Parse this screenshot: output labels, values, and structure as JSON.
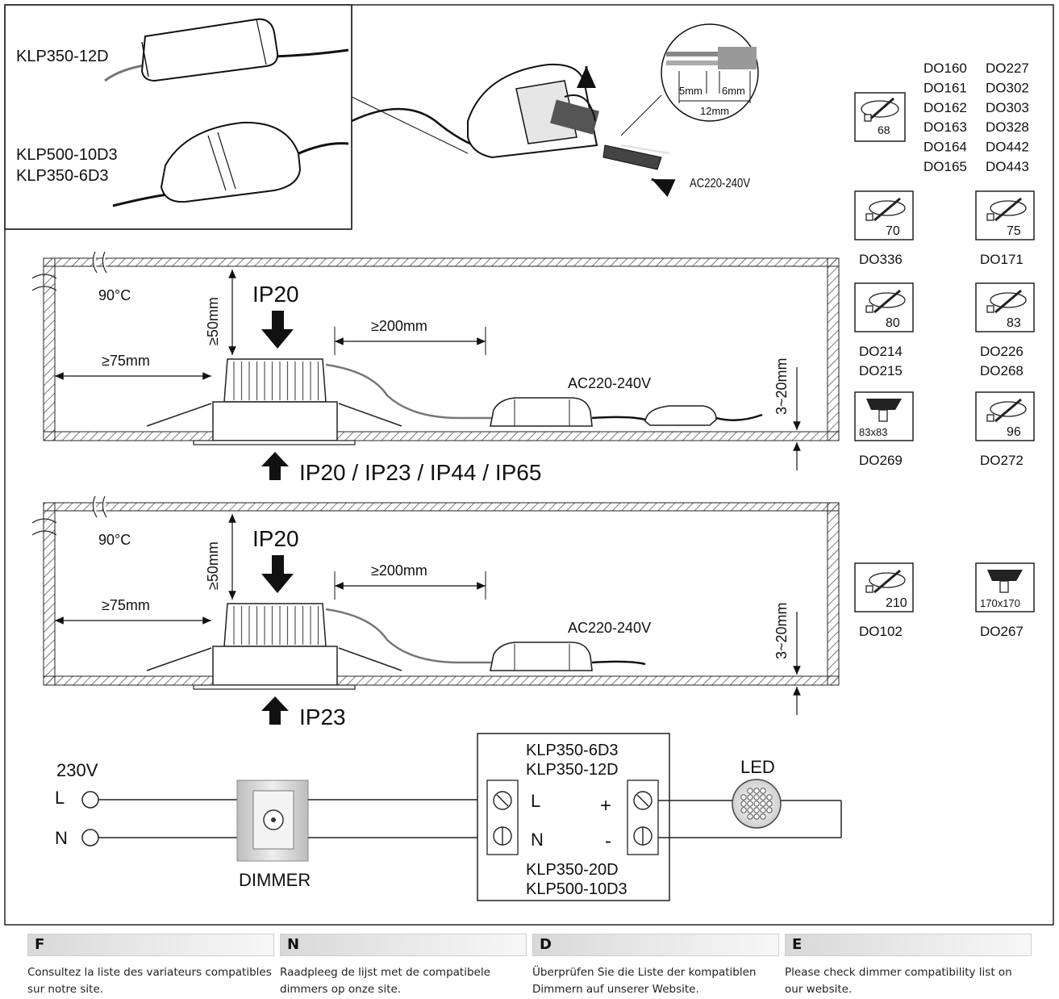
{
  "drivers": {
    "top_model": "KLP350-12D",
    "bottom_model_1": "KLP500-10D3",
    "bottom_model_2": "KLP350-6D3"
  },
  "connector": {
    "strip_a": "5mm",
    "strip_b": "6mm",
    "strip_total": "12mm",
    "voltage": "AC220-240V"
  },
  "fixtures": {
    "group1": {
      "cutout": "68",
      "models": [
        "DO160",
        "DO161",
        "DO162",
        "DO163",
        "DO164",
        "DO165",
        "DO227",
        "DO302",
        "DO303",
        "DO328",
        "DO442",
        "DO443"
      ]
    },
    "items": [
      {
        "cutout": "70",
        "models": [
          "DO336"
        ],
        "icon": "round-cutout-icon"
      },
      {
        "cutout": "75",
        "models": [
          "DO171"
        ],
        "icon": "round-cutout-icon"
      },
      {
        "cutout": "80",
        "models": [
          "DO214",
          "DO215"
        ],
        "icon": "round-cutout-icon"
      },
      {
        "cutout": "83",
        "models": [
          "DO226",
          "DO268"
        ],
        "icon": "round-cutout-icon"
      },
      {
        "cutout": "83x83",
        "models": [
          "DO269"
        ],
        "icon": "square-cutout-icon"
      },
      {
        "cutout": "96",
        "models": [
          "DO272"
        ],
        "icon": "round-cutout-icon"
      },
      {
        "cutout": "210",
        "models": [
          "DO102"
        ],
        "icon": "round-cutout-icon"
      },
      {
        "cutout": "170x170",
        "models": [
          "DO267"
        ],
        "icon": "square-cutout-icon"
      }
    ]
  },
  "install1": {
    "temp": "90°C",
    "top_ip": "IP20",
    "clearance_top": "≥50mm",
    "clearance_side": "≥75mm",
    "clearance_driver": "≥200mm",
    "voltage": "AC220-240V",
    "ceiling_thickness": "3~20mm",
    "bottom_ip": "IP20 / IP23 / IP44 / IP65"
  },
  "install2": {
    "temp": "90°C",
    "top_ip": "IP20",
    "clearance_top": "≥50mm",
    "clearance_side": "≥75mm",
    "clearance_driver": "≥200mm",
    "voltage": "AC220-240V",
    "ceiling_thickness": "3~20mm",
    "bottom_ip": "IP23"
  },
  "wiring": {
    "supply": "230V",
    "live": "L",
    "neutral": "N",
    "dimmer": "DIMMER",
    "driver_models_top_1": "KLP350-6D3",
    "driver_models_top_2": "KLP350-12D",
    "driver_models_bottom_1": "KLP350-20D",
    "driver_models_bottom_2": "KLP500-10D3",
    "in_l": "L",
    "in_n": "N",
    "out_plus": "+",
    "out_minus": "-",
    "led": "LED"
  },
  "languages": [
    {
      "code": "F",
      "text": "Consultez la liste des variateurs compatibles sur notre site."
    },
    {
      "code": "N",
      "text": "Raadpleeg de lijst met de compatibele dimmers op onze site."
    },
    {
      "code": "D",
      "text": "Überprüfen Sie die Liste der kompatiblen Dimmern auf unserer Website."
    },
    {
      "code": "E",
      "text": "Please check dimmer compatibility list on our website."
    }
  ]
}
